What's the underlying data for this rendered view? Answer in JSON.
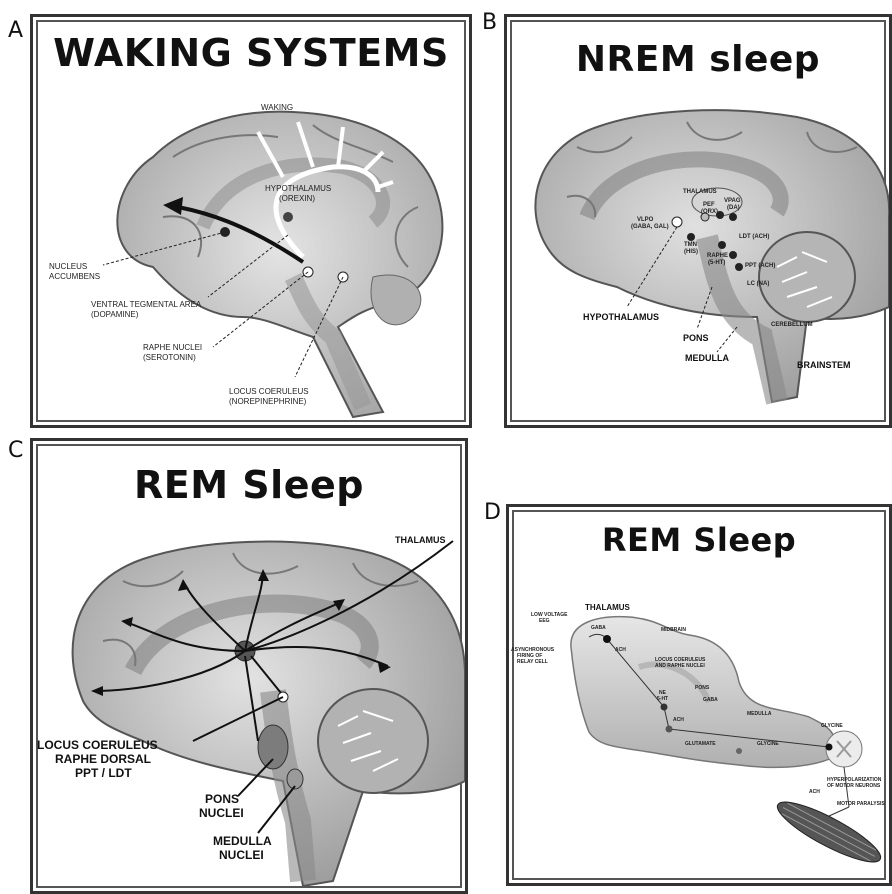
{
  "panels": {
    "a": {
      "letter": "A",
      "title": "WAKING SYSTEMS",
      "labels": {
        "waking": "WAKING",
        "hypothalamus": "HYPOTHALAMUS",
        "orexin": "(OREXIN)",
        "nucleus_accumbens_1": "NUCLEUS",
        "nucleus_accumbens_2": "ACCUMBENS",
        "vta_1": "VENTRAL TEGMENTAL AREA",
        "vta_2": "(DOPAMINE)",
        "raphe_1": "RAPHE NUCLEI",
        "raphe_2": "(SEROTONIN)",
        "lc_1": "LOCUS COERULEUS",
        "lc_2": "(NOREPINEPHRINE)"
      }
    },
    "b": {
      "letter": "B",
      "title": "NREM sleep",
      "labels": {
        "thalamus": "THALAMUS",
        "pef_1": "PEF",
        "pef_2": "(ORX)",
        "vpag_1": "VPAG",
        "vpag_2": "(DA)",
        "vlpo_1": "VLPO",
        "vlpo_2": "(GABA, GAL)",
        "tmn_1": "TMN",
        "tmn_2": "(HIS)",
        "raphe_1": "RAPHE",
        "raphe_2": "(5-HT)",
        "ldt": "LDT (ACH)",
        "ppt": "PPT (ACH)",
        "lc": "LC (NA)",
        "hypothalamus": "HYPOTHALAMUS",
        "pons": "PONS",
        "cerebellum": "CEREBELLUM",
        "medulla": "MEDULLA",
        "brainstem": "BRAINSTEM"
      }
    },
    "c": {
      "letter": "C",
      "title": "REM Sleep",
      "labels": {
        "thalamus": "THALAMUS",
        "lc_1": "LOCUS COERULEUS",
        "lc_2": "RAPHE DORSAL",
        "lc_3": "PPT / LDT",
        "pons_1": "PONS",
        "pons_2": "NUCLEI",
        "medulla_1": "MEDULLA",
        "medulla_2": "NUCLEI"
      }
    },
    "d": {
      "letter": "D",
      "title": "REM Sleep",
      "labels": {
        "thalamus": "THALAMUS",
        "low_voltage_1": "LOW VOLTAGE",
        "low_voltage_2": "EEG",
        "async_1": "ASYNCHRONOUS",
        "async_2": "FIRING OF",
        "async_3": "RELAY CELL",
        "gaba_top": "GABA",
        "ach_top": "ACH",
        "midbrain": "MIDBRAIN",
        "lc_1": "LOCUS COERULEUS",
        "lc_2": "AND RAPHE NUCLEI",
        "ne_1": "NE",
        "ne_2": "5-HT",
        "pons": "PONS",
        "gaba_pons": "GABA",
        "ach_mid": "ACH",
        "medulla": "MEDULLA",
        "glutamate": "GLUTAMATE",
        "glycine_mid": "GLYCINE",
        "glycine_cord": "GLYCINE",
        "hyper_1": "HYPERPOLARIZATION",
        "hyper_2": "OF MOTOR NEURONS",
        "ach_muscle": "ACH",
        "paralysis": "MOTOR PARALYSIS"
      }
    }
  },
  "colors": {
    "brain_fill": "#c8c8c8",
    "brain_dark": "#8a8a8a",
    "brain_light": "#e6e6e6",
    "border": "#333333"
  }
}
